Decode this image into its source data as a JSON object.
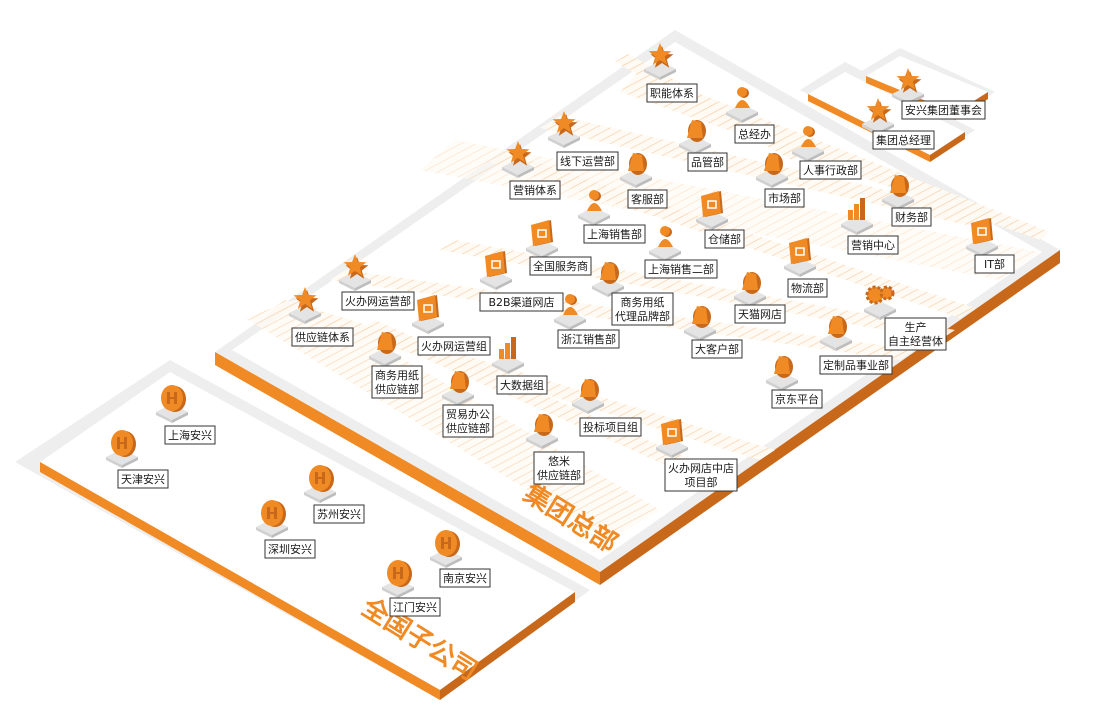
{
  "colors": {
    "accent": "#f08a24",
    "accent_dark": "#c8681a",
    "platform": "#f4f4f4",
    "hatch": "#f6c89a"
  },
  "regions": {
    "hq_title": "集团总部",
    "sub_title": "全国子公司"
  },
  "nodes": [
    {
      "id": "dongshihui",
      "lines": [
        "安兴集团董事会"
      ],
      "icon": "star-icon"
    },
    {
      "id": "zongjingli",
      "lines": [
        "集团总经理"
      ],
      "icon": "star-icon"
    },
    {
      "id": "zhineng",
      "lines": [
        "职能体系"
      ],
      "icon": "star-icon"
    },
    {
      "id": "zongjingban",
      "lines": [
        "总经办"
      ],
      "icon": "person-icon"
    },
    {
      "id": "pinguan",
      "lines": [
        "品管部"
      ],
      "icon": "blocks-icon"
    },
    {
      "id": "renshi",
      "lines": [
        "人事行政部"
      ],
      "icon": "person-icon"
    },
    {
      "id": "shichang",
      "lines": [
        "市场部"
      ],
      "icon": "magnifier-icon"
    },
    {
      "id": "caiwu",
      "lines": [
        "财务部"
      ],
      "icon": "yen-icon"
    },
    {
      "id": "yingxiaozhongxin",
      "lines": [
        "营销中心"
      ],
      "icon": "chart-icon"
    },
    {
      "id": "it",
      "lines": [
        "IT部"
      ],
      "icon": "monitor-icon"
    },
    {
      "id": "xianxia",
      "lines": [
        "线下运营部"
      ],
      "icon": "star-icon"
    },
    {
      "id": "kefu",
      "lines": [
        "客服部"
      ],
      "icon": "headset-icon"
    },
    {
      "id": "cangchu",
      "lines": [
        "仓储部"
      ],
      "icon": "warehouse-icon"
    },
    {
      "id": "wuliu",
      "lines": [
        "物流部"
      ],
      "icon": "box-icon"
    },
    {
      "id": "yingxiaotixi",
      "lines": [
        "营销体系"
      ],
      "icon": "star-icon"
    },
    {
      "id": "shanghaixiaoshou",
      "lines": [
        "上海销售部"
      ],
      "icon": "person-icon"
    },
    {
      "id": "shanghaixiaoshou2",
      "lines": [
        "上海销售二部"
      ],
      "icon": "person-icon"
    },
    {
      "id": "quanguofuwu",
      "lines": [
        "全国服务商"
      ],
      "icon": "document-icon"
    },
    {
      "id": "b2b",
      "lines": [
        "B2B渠道网店"
      ],
      "icon": "store-icon"
    },
    {
      "id": "shangwuyongzhi",
      "lines": [
        "商务用纸",
        "代理品牌部"
      ],
      "icon": "people-icon"
    },
    {
      "id": "zhejiang",
      "lines": [
        "浙江销售部"
      ],
      "icon": "person-icon"
    },
    {
      "id": "tianmao",
      "lines": [
        "天猫网店"
      ],
      "icon": "cat-icon"
    },
    {
      "id": "dakehu",
      "lines": [
        "大客户部"
      ],
      "icon": "handshake-icon"
    },
    {
      "id": "shengchan",
      "lines": [
        "生产",
        "自主经营体"
      ],
      "icon": "gear-icon"
    },
    {
      "id": "dingzhi",
      "lines": [
        "定制品事业部"
      ],
      "icon": "bag-icon"
    },
    {
      "id": "jingdong",
      "lines": [
        "京东平台"
      ],
      "icon": "jd-icon"
    },
    {
      "id": "huobanyunying",
      "lines": [
        "火办网运营部"
      ],
      "icon": "star-icon"
    },
    {
      "id": "gongyinglian",
      "lines": [
        "供应链体系"
      ],
      "icon": "star-icon"
    },
    {
      "id": "huobanzu",
      "lines": [
        "火办网运营组"
      ],
      "icon": "globe-icon"
    },
    {
      "id": "swgyl",
      "lines": [
        "商务用纸",
        "供应链部"
      ],
      "icon": "tools-icon"
    },
    {
      "id": "dashuju",
      "lines": [
        "大数据组"
      ],
      "icon": "bar-chart-icon"
    },
    {
      "id": "maoyi",
      "lines": [
        "贸易办公",
        "供应链部"
      ],
      "icon": "tools-icon"
    },
    {
      "id": "toubiao",
      "lines": [
        "投标项目组"
      ],
      "icon": "gavel-icon"
    },
    {
      "id": "youmi",
      "lines": [
        "悠米",
        "供应链部"
      ],
      "icon": "tools-icon"
    },
    {
      "id": "huobanwangdian",
      "lines": [
        "火办网店中店",
        "项目部"
      ],
      "icon": "folder-icon"
    },
    {
      "id": "shanghaianxing",
      "lines": [
        "上海安兴"
      ],
      "icon": "coin-icon"
    },
    {
      "id": "tianjinanxing",
      "lines": [
        "天津安兴"
      ],
      "icon": "coin-icon"
    },
    {
      "id": "suzhouanxing",
      "lines": [
        "苏州安兴"
      ],
      "icon": "coin-icon"
    },
    {
      "id": "shenzhenanxing",
      "lines": [
        "深圳安兴"
      ],
      "icon": "coin-icon"
    },
    {
      "id": "nanjinganxing",
      "lines": [
        "南京安兴"
      ],
      "icon": "coin-icon"
    },
    {
      "id": "jiangmenanxing",
      "lines": [
        "江门安兴"
      ],
      "icon": "coin-icon"
    }
  ]
}
